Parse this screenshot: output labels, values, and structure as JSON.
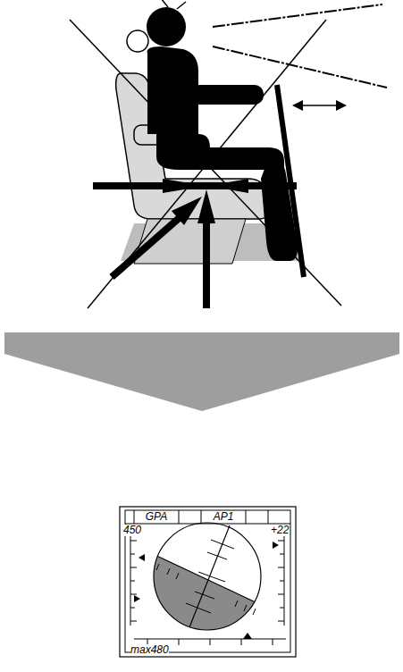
{
  "diagram": {
    "nodes": [
      {
        "text": [
          "GPA"
        ]
      },
      {
        "text": [
          "AP1"
        ]
      }
    ],
    "labels": [
      "450",
      "+22",
      "max480"
    ]
  }
}
